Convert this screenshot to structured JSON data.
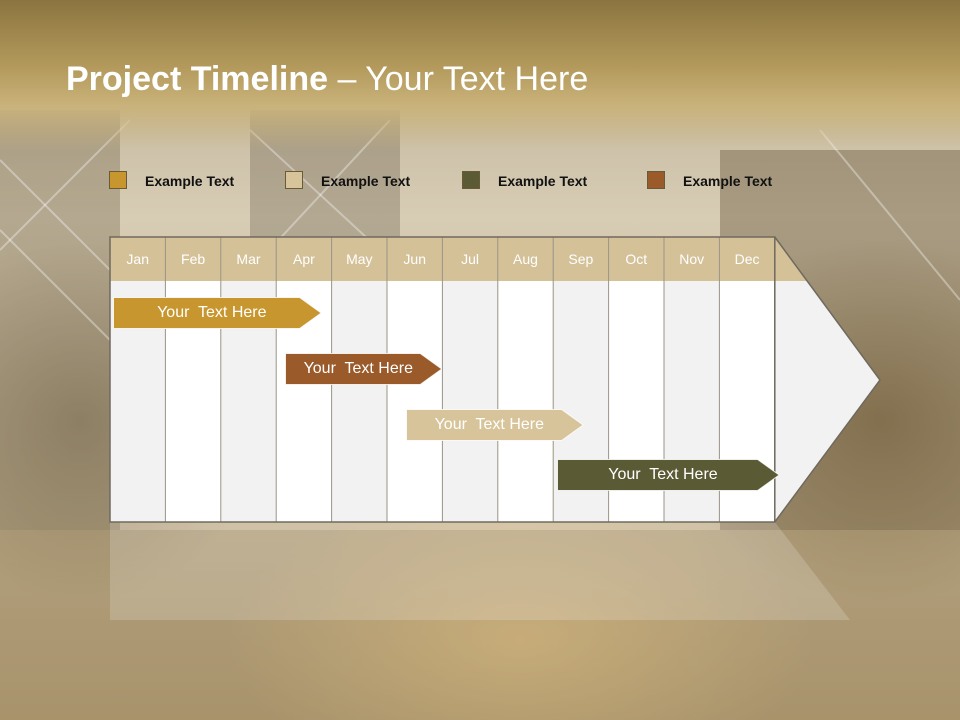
{
  "slide": {
    "title_bold": "Project Timeline",
    "title_rest": " – Your Text Here"
  },
  "legend": [
    {
      "label": "Example Text",
      "color": "#c8962e"
    },
    {
      "label": "Example Text",
      "color": "#d8c49a"
    },
    {
      "label": "Example Text",
      "color": "#5a5a34"
    },
    {
      "label": "Example Text",
      "color": "#9a5a2a"
    }
  ],
  "months": [
    "Jan",
    "Feb",
    "Mar",
    "Apr",
    "May",
    "Jun",
    "Jul",
    "Aug",
    "Sep",
    "Oct",
    "Nov",
    "Dec"
  ],
  "tasks": [
    {
      "label": "Your  Text Here",
      "start_month": "Jan",
      "end_month": "Apr",
      "color": "#c8962e"
    },
    {
      "label": "Your  Text Here",
      "start_month": "Apr",
      "end_month": "Jun",
      "color": "#9a5a2a"
    },
    {
      "label": "Your  Text Here",
      "start_month": "Jun",
      "end_month": "Sep",
      "color": "#d8c49a"
    },
    {
      "label": "Your  Text Here",
      "start_month": "Sep",
      "end_month": "Dec",
      "color": "#5a5a34"
    }
  ],
  "colors": {
    "header_fill": "#d4c198",
    "column_light": "#f2f2f2",
    "column_white": "#ffffff",
    "title_text": "#ffffff"
  }
}
